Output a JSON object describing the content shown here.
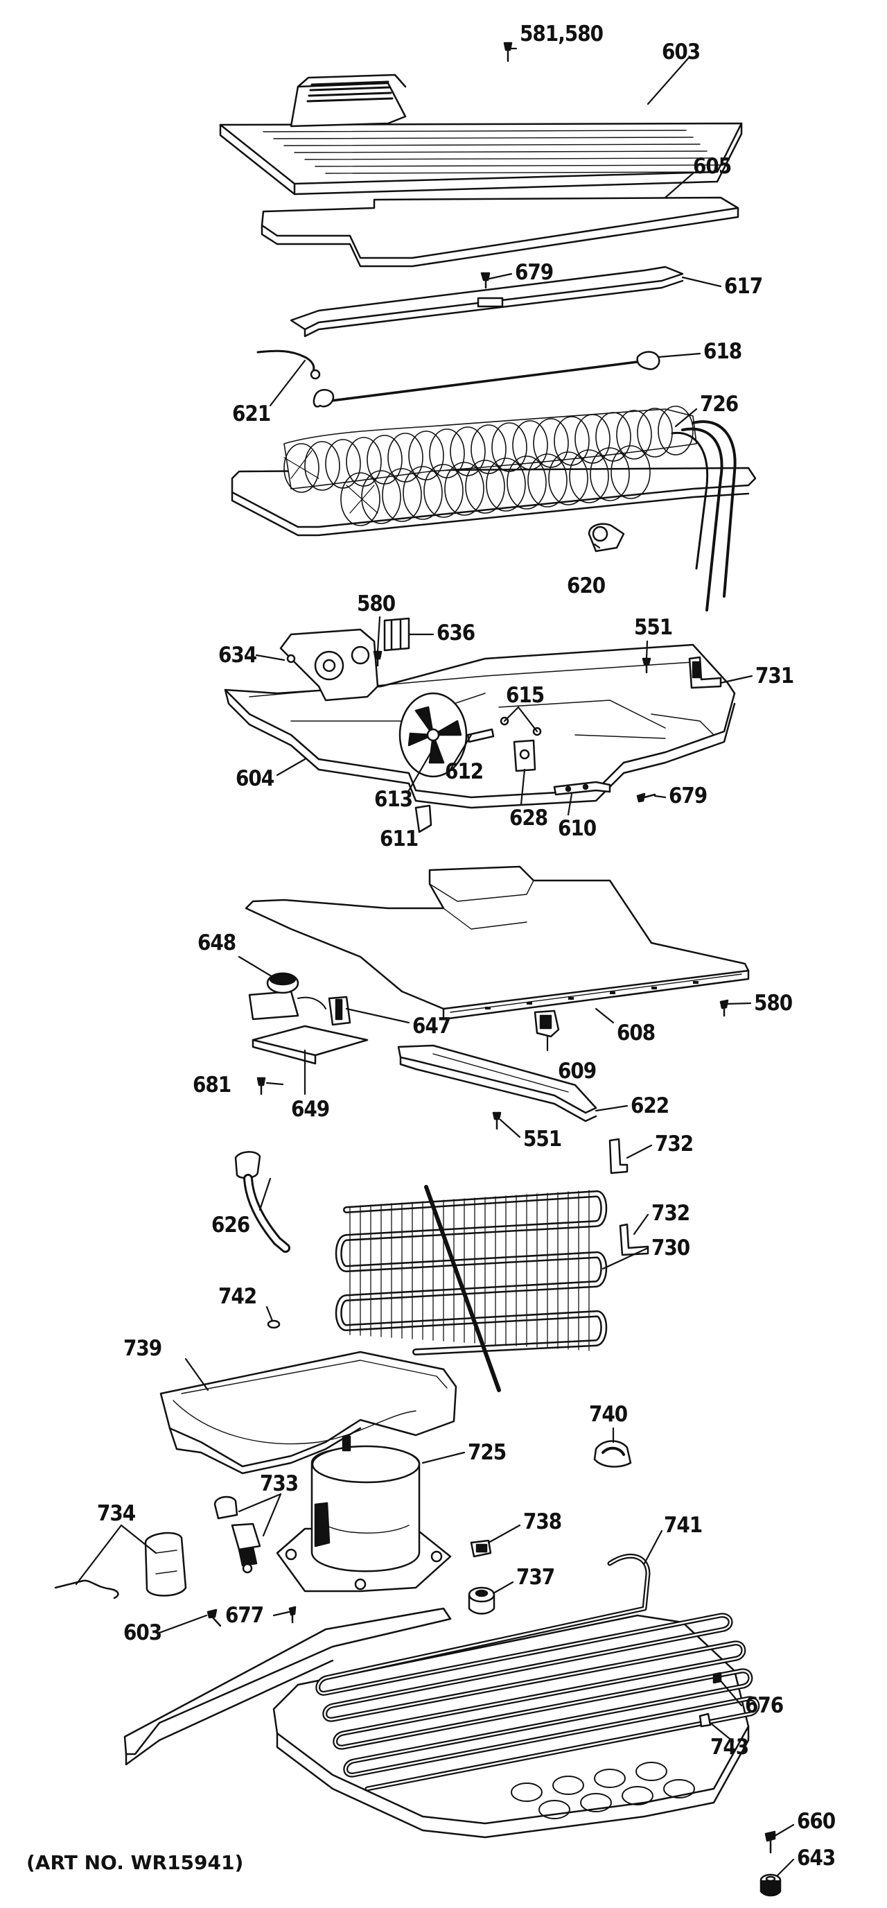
{
  "art_number": "(ART NO. WR15941)",
  "callouts": [
    "581,580",
    "603",
    "605",
    "679",
    "617",
    "618",
    "621",
    "726",
    "620",
    "580",
    "636",
    "551",
    "731",
    "634",
    "615",
    "604",
    "612",
    "613",
    "628",
    "610",
    "611",
    "679",
    "648",
    "580",
    "647",
    "608",
    "609",
    "681",
    "649",
    "622",
    "551",
    "732",
    "626",
    "732",
    "730",
    "742",
    "739",
    "725",
    "740",
    "733",
    "738",
    "734",
    "741",
    "737",
    "677",
    "603",
    "676",
    "743",
    "660",
    "643"
  ]
}
